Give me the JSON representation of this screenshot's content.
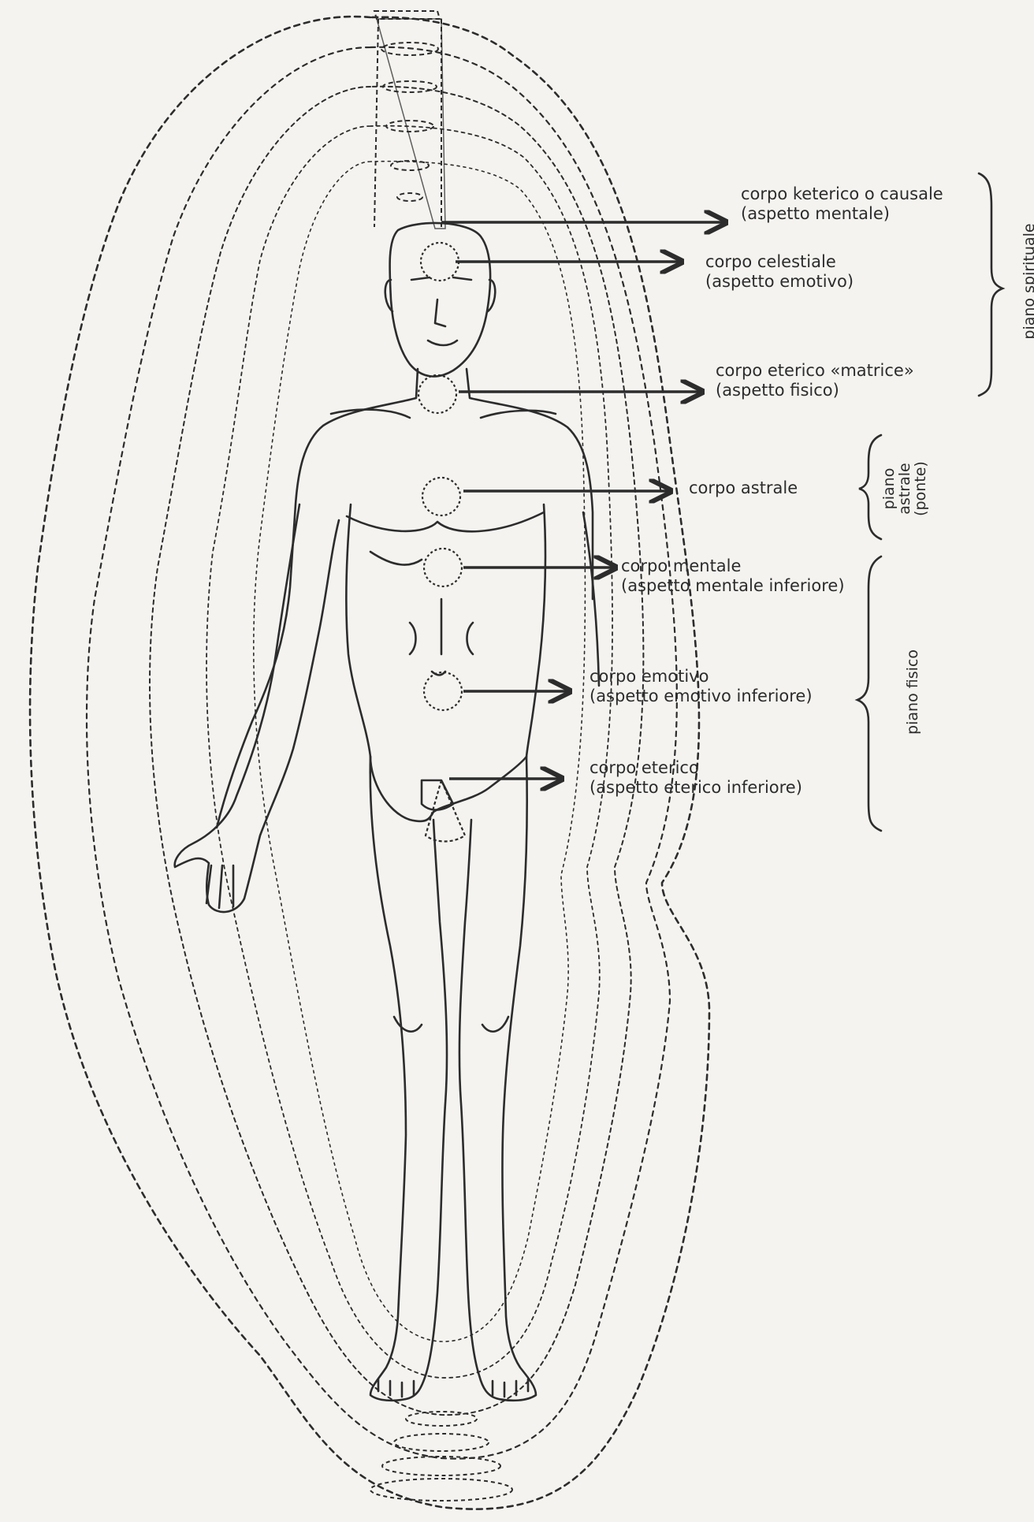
{
  "colors": {
    "ink": "#2c2c2c",
    "paper": "#f4f3f0"
  },
  "labels": [
    {
      "line1": "corpo keterico o causale",
      "line2": "(aspetto mentale)"
    },
    {
      "line1": "corpo celestiale",
      "line2": "(aspetto emotivo)"
    },
    {
      "line1": "corpo eterico «matrice»",
      "line2": "(aspetto fisico)"
    },
    {
      "line1": "corpo astrale",
      "line2": ""
    },
    {
      "line1": "corpo mentale",
      "line2": "(aspetto mentale inferiore)"
    },
    {
      "line1": "corpo emotivo",
      "line2": "(aspetto emotivo inferiore)"
    },
    {
      "line1": "corpo eterico",
      "line2": "(aspetto eterico inferiore)"
    }
  ],
  "planes": [
    {
      "line1": "piano spirituale",
      "line2": "",
      "line3": ""
    },
    {
      "line1": "piano",
      "line2": "astrale",
      "line3": "(ponte)"
    },
    {
      "line1": "piano fisico",
      "line2": "",
      "line3": ""
    }
  ]
}
